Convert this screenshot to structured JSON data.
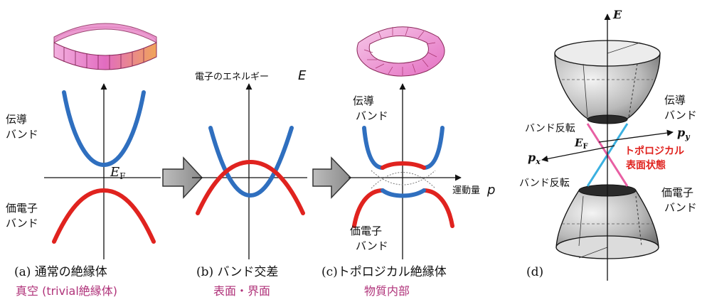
{
  "panels": {
    "a": {
      "caption": "(a) 通常の絶縁体",
      "subcaption": "真空 (trivial絶縁体)",
      "cond_band": [
        "伝導",
        "バンド"
      ],
      "val_band": [
        "価電子",
        "バンド"
      ],
      "ef_main": "E",
      "ef_sub": "F"
    },
    "b": {
      "caption": "(b) バンド交差",
      "subcaption": "表面・界面",
      "energy_label": "電子のエネルギー",
      "energy_symbol": "E"
    },
    "c": {
      "caption": "(c)トポロジカル絶縁体",
      "subcaption": "物質内部",
      "cond_band": [
        "伝導",
        "バンド"
      ],
      "val_band": [
        "価電子",
        "バンド"
      ],
      "momentum_label": "運動量",
      "momentum_symbol": "p"
    },
    "d": {
      "caption": "(d)",
      "energy_symbol": "E",
      "cond_band": [
        "伝導",
        "バンド"
      ],
      "val_band": [
        "価電子",
        "バンド"
      ],
      "inversion_upper": "バンド反転",
      "inversion_lower": "バンド反転",
      "ef_main": "E",
      "ef_sub": "F",
      "py_main": "p",
      "py_sub": "y",
      "px_main": "p",
      "px_sub": "x",
      "surface_state": [
        "トポロジカル",
        "表面状態"
      ]
    }
  },
  "colors": {
    "conduction": "#2f6fbf",
    "valence": "#e0231f",
    "caption_accent": "#b0337a",
    "surface_label": "#e0231f",
    "ring_pink": "#e889c8",
    "ring_edge": "#c06a2a"
  }
}
